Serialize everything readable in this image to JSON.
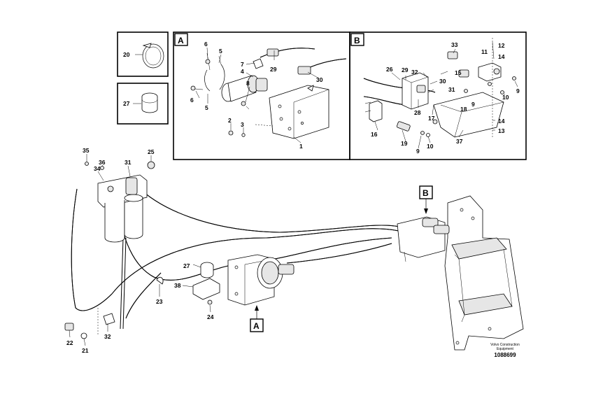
{
  "panels": {
    "detail_a": "A",
    "detail_b": "B",
    "callout_a": "A",
    "callout_b": "B"
  },
  "labels": {
    "inset_20": "20",
    "inset_27": "27",
    "a_6_top": "6",
    "a_5_top": "5",
    "a_7": "7",
    "a_4": "4",
    "a_29": "29",
    "a_30": "30",
    "a_6_bot": "6",
    "a_5_bot": "5",
    "a_8": "8",
    "a_2": "2",
    "a_3": "3",
    "a_1": "1",
    "b_33": "33",
    "b_12": "12",
    "b_11": "11",
    "b_14_top": "14",
    "b_26": "26",
    "b_29": "29",
    "b_32": "32",
    "b_15": "15",
    "b_30": "30",
    "b_9_right": "9",
    "b_31": "31",
    "b_10_right": "10",
    "b_28": "28",
    "b_17": "17",
    "b_18": "18",
    "b_9_mid": "9",
    "b_16": "16",
    "b_14_bot": "14",
    "b_13": "13",
    "b_19": "19",
    "b_10_bot": "10",
    "b_37": "37",
    "b_9_bot": "9",
    "m_35": "35",
    "m_36": "36",
    "m_34": "34",
    "m_31": "31",
    "m_25": "25",
    "m_27": "27",
    "m_38": "38",
    "m_23": "23",
    "m_24": "24",
    "m_22": "22",
    "m_21": "21",
    "m_32": "32"
  },
  "footer": {
    "brand_line1": "Volvo Construction",
    "brand_line2": "Equipment",
    "doc_number": "1088699"
  }
}
